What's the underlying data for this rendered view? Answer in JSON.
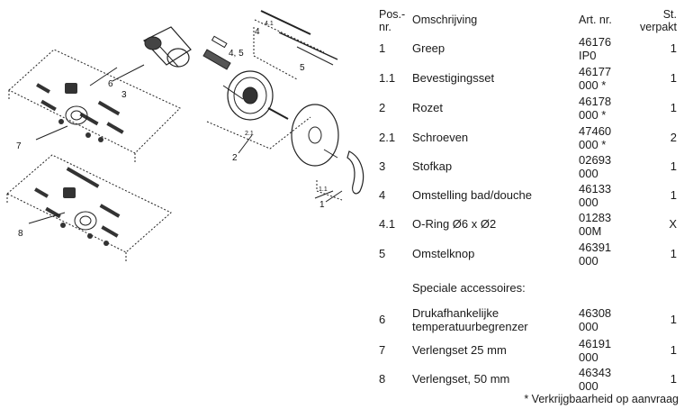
{
  "drawing": {
    "callouts": [
      "1",
      "1.1",
      "2",
      "2.1",
      "3",
      "4",
      "4.1",
      "4, 5",
      "5",
      "6",
      "7",
      "8"
    ]
  },
  "table": {
    "headers": {
      "pos": "Pos.-\nnr.",
      "desc": "Omschrijving",
      "art": "Art. nr.",
      "qty": "St.\nverpakt"
    },
    "rows": [
      {
        "pos": "1",
        "desc": "Greep",
        "art": "46176\nIP0",
        "qty": "1"
      },
      {
        "pos": "1.1",
        "desc": "Bevestigingsset",
        "art": "46177\n000 *",
        "qty": "1"
      },
      {
        "pos": "2",
        "desc": "Rozet",
        "art": "46178\n000 *",
        "qty": "1"
      },
      {
        "pos": "2.1",
        "desc": "Schroeven",
        "art": "47460\n000 *",
        "qty": "2"
      },
      {
        "pos": "3",
        "desc": "Stofkap",
        "art": "02693\n000",
        "qty": "1"
      },
      {
        "pos": "4",
        "desc": "Omstelling bad/douche",
        "art": "46133\n000",
        "qty": "1"
      },
      {
        "pos": "4.1",
        "desc": "O-Ring Ø6 x Ø2",
        "art": "01283\n00M",
        "qty": "X"
      },
      {
        "pos": "5",
        "desc": "Omstelknop",
        "art": "46391\n000",
        "qty": "1"
      }
    ],
    "section_heading": "Speciale accessoires:",
    "accessories": [
      {
        "pos": "6",
        "desc": "Drukafhankelijke\ntemperatuurbegrenzer",
        "art": "46308\n000",
        "qty": "1"
      },
      {
        "pos": "7",
        "desc": "Verlengset 25 mm",
        "art": "46191\n000",
        "qty": "1"
      },
      {
        "pos": "8",
        "desc": "Verlengset, 50 mm",
        "art": "46343\n000",
        "qty": "1"
      }
    ],
    "footnote": "* Verkrijgbaarheid op aanvraag"
  }
}
